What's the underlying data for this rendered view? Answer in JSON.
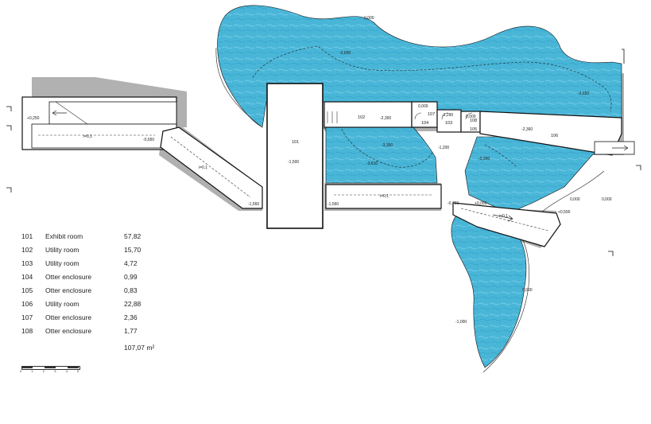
{
  "colors": {
    "water": "#46b4d6",
    "shadow": "#9a9a9a",
    "wall": "#1a1a1a"
  },
  "rooms": [
    {
      "no": "101",
      "name": "Exhibit room",
      "area": "57,82"
    },
    {
      "no": "102",
      "name": "Utility room",
      "area": "15,70"
    },
    {
      "no": "103",
      "name": "Utility room",
      "area": "4,72"
    },
    {
      "no": "104",
      "name": "Otter enclosure",
      "area": "0,99"
    },
    {
      "no": "105",
      "name": "Otter enclosure",
      "area": "0,83"
    },
    {
      "no": "106",
      "name": "Utility room",
      "area": "22,88"
    },
    {
      "no": "107",
      "name": "Otter enclosure",
      "area": "2,36"
    },
    {
      "no": "108",
      "name": "Otter enclosure",
      "area": "1,77"
    }
  ],
  "total_area": "107,07 m²",
  "scale_labels": [
    "0",
    "1",
    "2",
    "3",
    "4",
    "5"
  ],
  "plan_labels": {
    "r101": "101",
    "r102": "102",
    "r103": "103",
    "r104": "104",
    "r105": "105",
    "r106": "106",
    "r107": "107",
    "r108": "108",
    "lvl_m1500": "-1,500",
    "lvl_m2300": "-2,300",
    "lvl_m1290": "-1,290",
    "lvl_m2360": "-2,360",
    "lvl_p0250_left": "+0,250",
    "lvl_m0650": "-0,650",
    "lvl_m1560_a": "-1,560",
    "lvl_m1560_b": "-1,560",
    "lvl_m0750": "-0,750",
    "lvl_p0050": "+0,050",
    "lvl_m1200": "-1,200",
    "lvl_0000_top": "0,000",
    "lvl_m2650_a": "-2,650",
    "lvl_m2650_b": "-2,650",
    "lvl_m3350": "-3,350",
    "lvl_m3610": "-3,610",
    "lvl_m0250": "-0,250",
    "lvl_0000_mid": "0,000",
    "lvl_0000_r": "0,000",
    "lvl_p0500": "+0,500",
    "lvl_0000_pond": "0,000",
    "lvl_m1000": "-1,000",
    "lvl_0000_b1": "0,000",
    "lvl_0000_b2": "0,000",
    "slope_a": "i=0,1",
    "slope_b": "i=0,1",
    "slope_c": "i=0,1",
    "slope_d": "i=0,1"
  }
}
